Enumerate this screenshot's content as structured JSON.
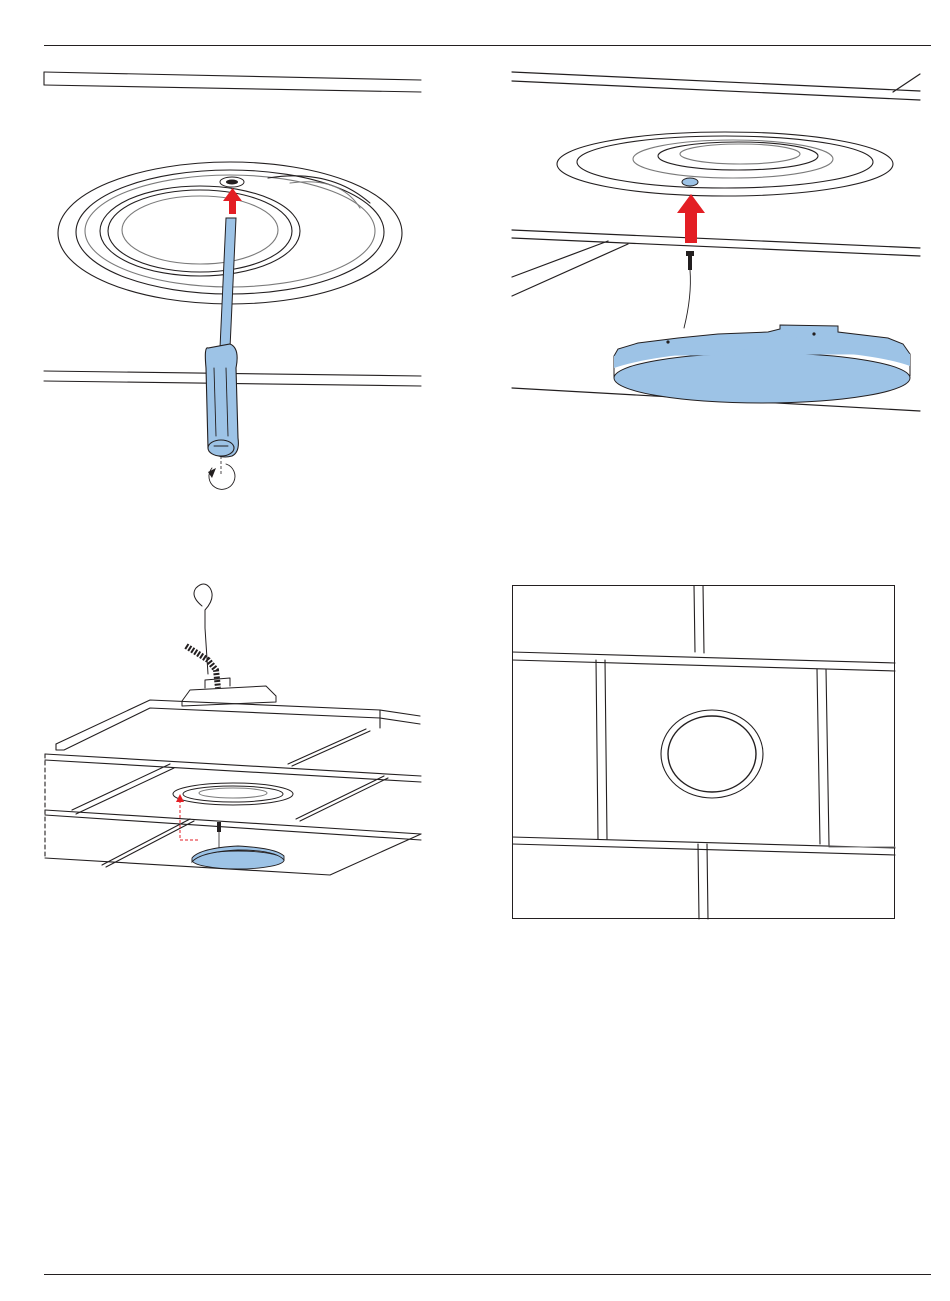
{
  "page": {
    "figures": [
      {
        "id": "step-remove-screw",
        "icon": "screwdriver-rotate-ccw-icon"
      },
      {
        "id": "step-detach-cover",
        "icon": "arrow-up-icon"
      },
      {
        "id": "step-ceiling-tile-install",
        "icon": "dashed-arrow-icon"
      },
      {
        "id": "step-finished-ceiling",
        "icon": "ceiling-grid-icon"
      }
    ],
    "colors": {
      "accent_blue": "#9dc3e6",
      "arrow_red": "#e31e24",
      "line": "#231f20"
    }
  }
}
